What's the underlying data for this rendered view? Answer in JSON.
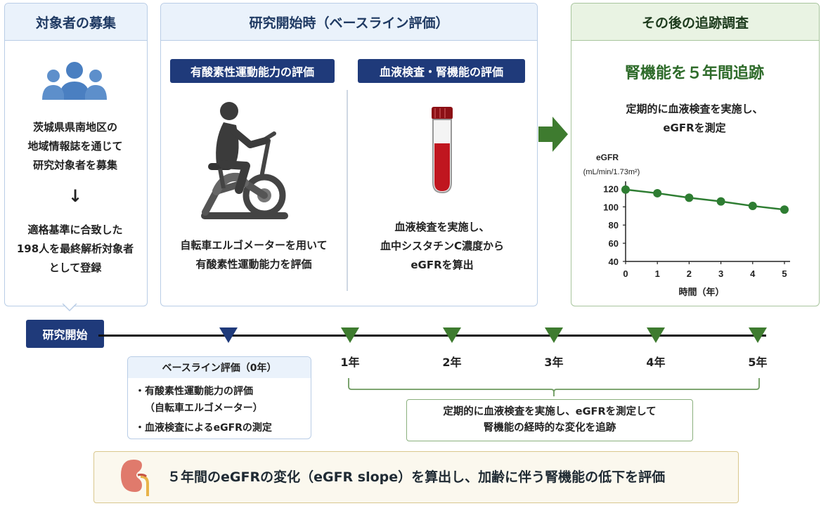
{
  "recruit": {
    "title": "対象者の募集",
    "text1": "茨城県県南地区の\n地域情報誌を通じて\n研究対象者を募集",
    "arrow": "↓",
    "text2": "適格基準に合致した\n198人を最終解析対象者\nとして登録"
  },
  "baseline": {
    "title": "研究開始時（ベースライン評価）",
    "left_label": "有酸素性運動能力の評価",
    "left_text": "自転車エルゴメーターを用いて\n有酸素性運動能力を評価",
    "right_label": "血液検査・腎機能の評価",
    "right_text": "血液検査を実施し、\n血中シスタチンC濃度から\neGFRを算出"
  },
  "followup": {
    "title": "その後の追跡調査",
    "headline": "腎機能を５年間追跡",
    "text": "定期的に血液検査を実施し、\neGFRを測定"
  },
  "chart_data": {
    "type": "line",
    "ylabel": "eGFR",
    "yunit": "(mL/min/1.73m²)",
    "xlabel": "時間（年）",
    "x": [
      0,
      1,
      2,
      3,
      4,
      5
    ],
    "values": [
      119,
      115,
      110,
      106,
      101,
      97
    ],
    "yticks": [
      40,
      60,
      80,
      100,
      120
    ],
    "xticks": [
      "0",
      "1",
      "2",
      "3",
      "4",
      "5"
    ],
    "ylim": [
      40,
      125
    ],
    "grid": false,
    "color": "#2e7d32"
  },
  "timeline": {
    "start": "研究開始",
    "years": [
      "1年",
      "2年",
      "3年",
      "4年",
      "5年"
    ]
  },
  "baseline_box": {
    "title": "ベースライン評価（0年）",
    "b1": "・有酸素性運動能力の評価",
    "b1b": "（自転車エルゴメーター）",
    "b2": "・血液検査によるeGFRの測定"
  },
  "followup_box": {
    "line1": "定期的に血液検査を実施し、eGFRを測定して",
    "line2": "腎機能の経時的な変化を追跡"
  },
  "banner": {
    "text": "５年間のeGFRの変化（eGFR slope）を算出し、加齢に伴う腎機能の低下を評価"
  },
  "colors": {
    "navy": "#1f3a7a",
    "green": "#3e7b2f",
    "blood": "#c0161f",
    "people": "#4a7fc1"
  }
}
